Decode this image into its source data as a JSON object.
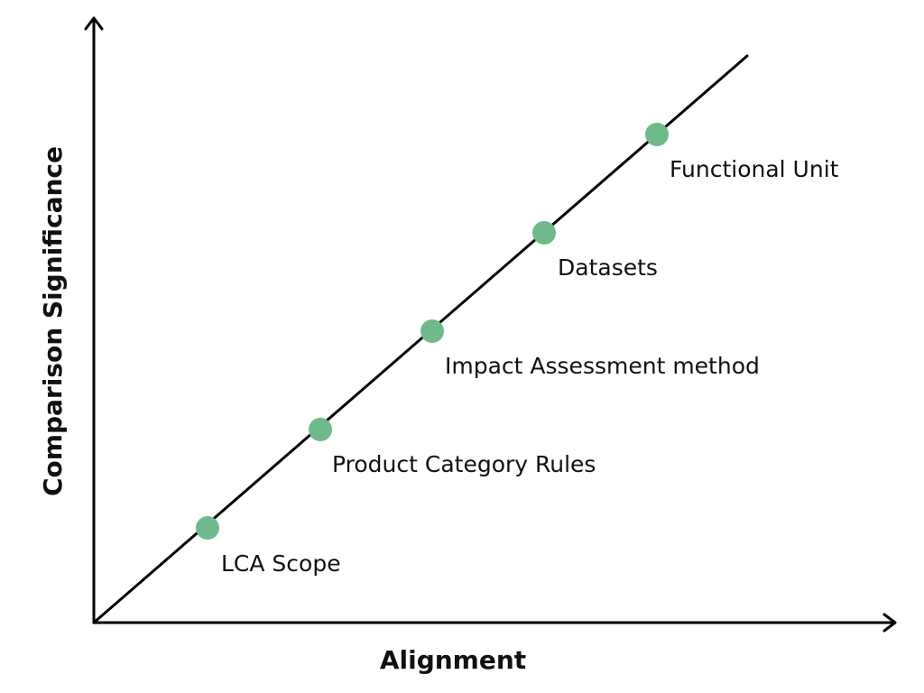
{
  "axes": {
    "x_label": "Alignment",
    "y_label": "Comparison Significance"
  },
  "points": [
    {
      "label": "LCA Scope"
    },
    {
      "label": "Product Category Rules"
    },
    {
      "label": "Impact Assessment method"
    },
    {
      "label": "Datasets"
    },
    {
      "label": "Functional Unit"
    }
  ],
  "colors": {
    "point": "#6fba8b",
    "line": "#000000"
  }
}
